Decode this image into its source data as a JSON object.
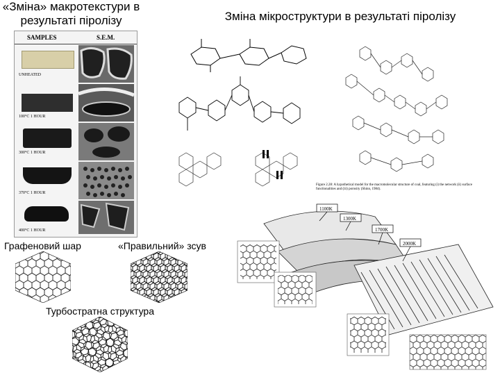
{
  "slide": {
    "title_left": "«Зміна» макротекстури в результаті піролізу",
    "title_right": "Зміна мікроструктури в результаті піролізу",
    "label_graphene": "Графеновий шар",
    "label_regular": "«Правильний» зсув",
    "label_turbo": "Турбостратна структура"
  },
  "samples": {
    "header_samples": "SAMPLES",
    "header_sem": "S.E.M.",
    "rows": [
      {
        "label": "UNHEATED",
        "color": "#d8cfa8"
      },
      {
        "label": "100°C 1 HOUR",
        "color": "#2e2e2e"
      },
      {
        "label": "300°C 1 HOUR",
        "color": "#1a1a1a"
      },
      {
        "label": "370°C 1 HOUR",
        "color": "#141414"
      },
      {
        "label": "400°C 1 HOUR",
        "color": "#101010"
      }
    ]
  },
  "carbon": {
    "temps": [
      "1100K",
      "1300K",
      "1700K",
      "2000K"
    ]
  },
  "figure_caption": "Figure 2.28: A hypothetical model for the macromolecular structure of coal, featuring (i) the network (ii) surface functionalities and (iii) porosity (Shinn, 1984)."
}
